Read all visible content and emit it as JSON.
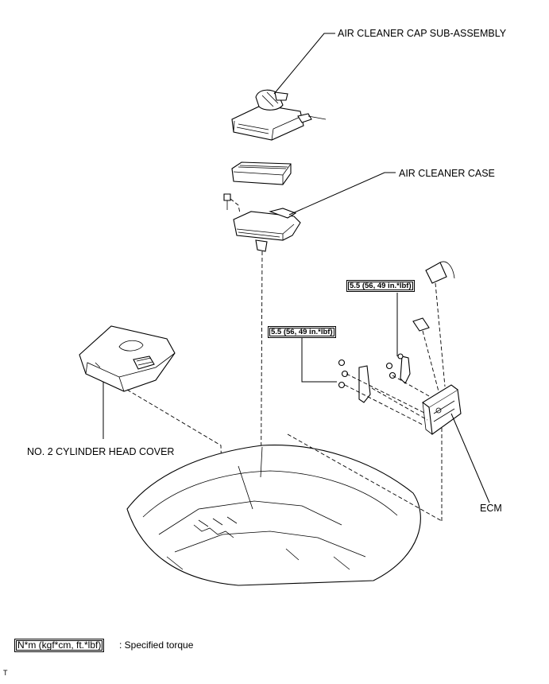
{
  "labels": {
    "air_cleaner_cap": "AIR CLEANER CAP SUB-ASSEMBLY",
    "air_cleaner_case": "AIR CLEANER CASE",
    "cylinder_head_cover": "NO. 2 CYLINDER HEAD COVER",
    "ecm": "ECM"
  },
  "torque_specs": {
    "ecm_upper": "5.5 (56, 49 in.*lbf)",
    "ecm_lower": "5.5 (56, 49 in.*lbf)"
  },
  "legend": {
    "unit_box": "N*m (kgf*cm, ft.*lbf)",
    "description": ": Specified torque"
  },
  "corner_mark": "T"
}
